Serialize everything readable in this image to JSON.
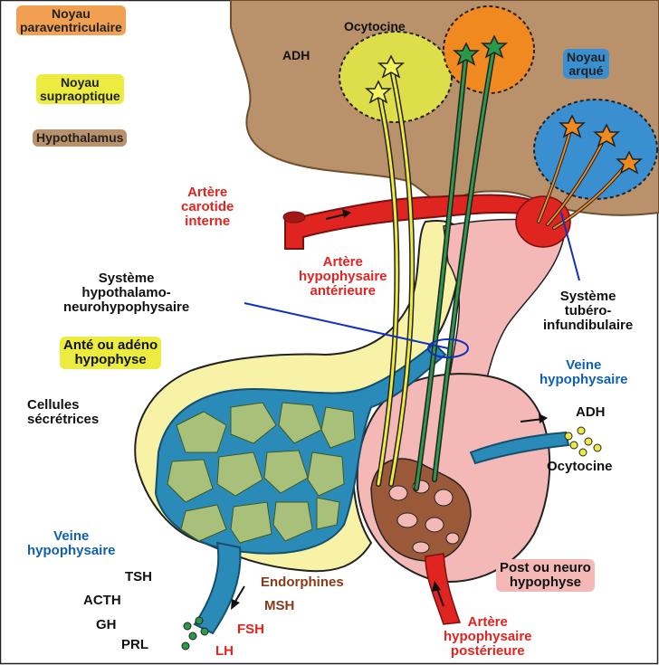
{
  "labels": {
    "noyau_paraventriculaire": "Noyau\nparaventriculaire",
    "noyau_supraoptique": "Noyau\nsupraoptique",
    "hypothalamus": "Hypothalamus",
    "adh_top": "ADH",
    "ocytocine_top": "Ocytocine",
    "noyau_arque": "Noyau\narqué",
    "artere_carotide": "Artère\ncarotide\ninterne",
    "artere_hypophysaire_ant": "Artère\nhypophysaire\nantérieure",
    "systeme_hypothalamo": "Système\nhypothalamo-\nneurohypophysaire",
    "systeme_tubero": "Système\ntubéro-\ninfundibulaire",
    "ante_adeno": "Anté ou adéno\nhypophyse",
    "cellules_secretrices": "Cellules\nsécrétrices",
    "veine_hypophysaire_right": "Veine\nhypophysaire",
    "adh_right": "ADH",
    "ocytocine_right": "Ocytocine",
    "veine_hypophysaire_left": "Veine\nhypophysaire",
    "tsh": "TSH",
    "acth": "ACTH",
    "gh": "GH",
    "prl": "PRL",
    "endorphines": "Endorphines",
    "msh": "MSH",
    "fsh": "FSH",
    "lh": "LH",
    "post_neuro": "Post ou neuro\nhypophyse",
    "artere_hypophysaire_post": "Artère\nhypophysaire\npostérieure"
  },
  "colors": {
    "hypothalamus_fill": "#b9916a",
    "adeno_fill": "#f7f2a6",
    "neuro_fill": "#f4b9b6",
    "artery_red": "#e02420",
    "vessel_blue": "#2a8ab8",
    "cell_green": "#a8c07a",
    "label_red": "#e02420",
    "label_blue": "#1060b0",
    "label_brown": "#8a3a1a",
    "label_black": "#111111",
    "tag_orange": "#f0a050",
    "tag_yellow": "#ecec40",
    "tag_tan": "#b9916a",
    "tag_blue": "#3a8fd0",
    "tag_pink": "#f4b9b6"
  }
}
